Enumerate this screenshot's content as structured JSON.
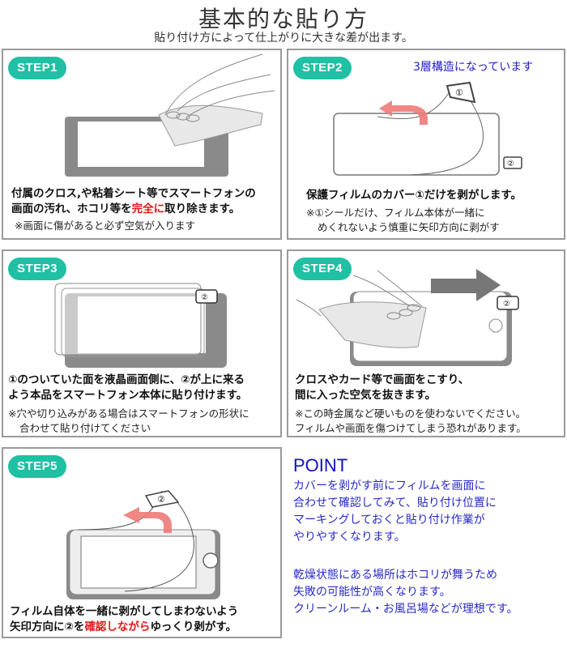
{
  "header": {
    "title": "基本的な貼り方",
    "subtitle": "貼り付け方によって仕上がりに大きな差が出ます。"
  },
  "colors": {
    "badge": "#1fc0a4",
    "highlight_red": "#e01818",
    "point_blue": "#1010c8",
    "arrow_pink": "#f07a78",
    "phone_gray": "#8a8a8a"
  },
  "steps": [
    {
      "badge": "STEP1",
      "lines": [
        "付属のクロス,や粘着シート等でスマートフォンの"
      ],
      "line2_pre": "画面の汚れ、ホコリ等を",
      "line2_red": "完全に",
      "line2_post": "取り除きます。",
      "note": [
        "※画面に傷があると必ず空気が入ります"
      ]
    },
    {
      "badge": "STEP2",
      "label": "3層構造になっています",
      "tab1": "①",
      "tab2": "②",
      "lines": [
        "保護フィルムのカバー①だけを剥がします。"
      ],
      "note": [
        "※①シールだけ、フィルム本体が一緒に",
        "めくれないよう慎重に矢印方向に剥がす"
      ]
    },
    {
      "badge": "STEP3",
      "tab2": "②",
      "lines": [
        "①のついていた面を液晶画面側に、②が上に来る",
        "よう本品をスマートフォン本体に貼り付けます。"
      ],
      "note": [
        "※穴や切り込みがある場合はスマートフォンの形状に",
        "合わせて貼り付けてください"
      ]
    },
    {
      "badge": "STEP4",
      "tab2": "②",
      "lines": [
        "クロスやカード等で画面をこすり、",
        "間に入った空気を抜きます。"
      ],
      "note": [
        "※この時金属など硬いものを使わないでください。",
        "フィルムや画面を傷つけてしまう恐れがあります。"
      ]
    },
    {
      "badge": "STEP5",
      "tab2": "②",
      "lines": [
        "フィルム自体を一緒に剥がしてしまわないよう"
      ],
      "line2_pre": "矢印方向に②を",
      "line2_red": "確認しながら",
      "line2_post": "ゆっくり剥がす。"
    }
  ],
  "point": {
    "title": "POINT",
    "para1": [
      "カバーを剥がす前にフィルムを画面に",
      "合わせて確認してみて、貼り付け位置に",
      "マーキングしておくと貼り付け作業が",
      "やりやすくなります。"
    ],
    "para2": [
      "乾燥状態にある場所はホコリが舞うため",
      "失敗の可能性が高くなります。",
      "クリーンルーム・お風呂場などが理想です。"
    ]
  }
}
